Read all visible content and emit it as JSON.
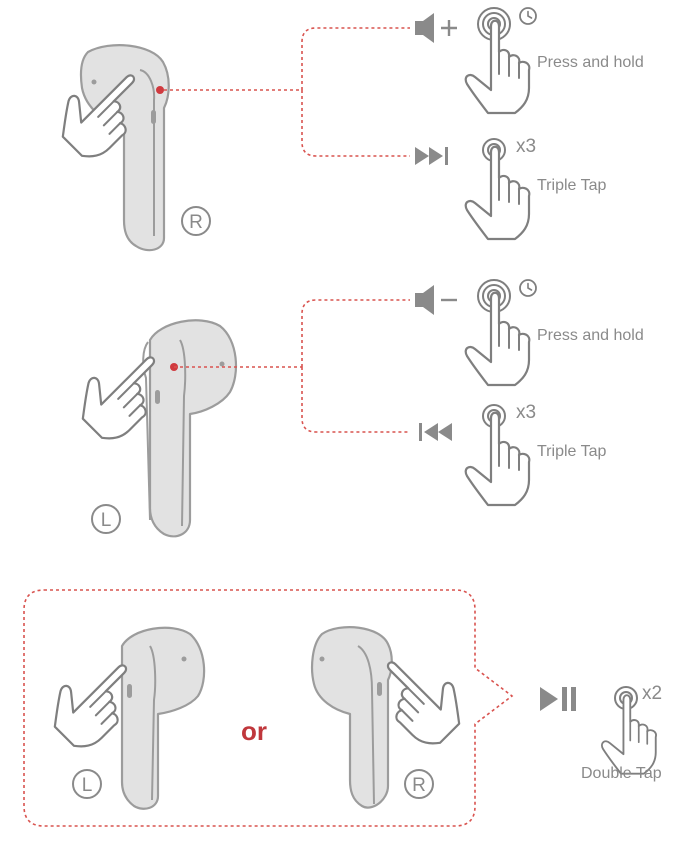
{
  "colors": {
    "accent": "#d03a3f",
    "dashed_line": "#d9534f",
    "earbud_fill": "#e2e2e2",
    "earbud_stroke": "#9c9c9c",
    "icon_gray": "#8a8a8a",
    "text_gray": "#8a8a8a"
  },
  "right_section": {
    "side_badge": "R",
    "action_1": {
      "function_icon": "volume-up-icon",
      "gesture_icon": "press-hold-icon",
      "label": "Press and hold"
    },
    "action_2": {
      "function_icon": "next-track-icon",
      "gesture_icon": "triple-tap-icon",
      "count": "x3",
      "label": "Triple Tap"
    }
  },
  "left_section": {
    "side_badge": "L",
    "action_1": {
      "function_icon": "volume-down-icon",
      "gesture_icon": "press-hold-icon",
      "label": "Press and hold"
    },
    "action_2": {
      "function_icon": "previous-track-icon",
      "gesture_icon": "triple-tap-icon",
      "count": "x3",
      "label": "Triple Tap"
    }
  },
  "bottom_section": {
    "left_badge": "L",
    "separator": "or",
    "right_badge": "R",
    "function_icon": "play-pause-icon",
    "gesture_icon": "double-tap-icon",
    "count": "x2",
    "label": "Double Tap"
  }
}
